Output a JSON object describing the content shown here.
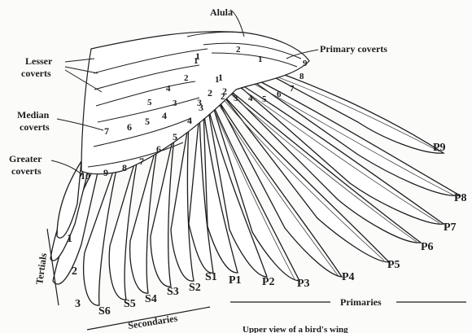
{
  "labels": {
    "alula": "Alula",
    "primary_coverts": "Primary coverts",
    "lesser_coverts_1": "Lesser",
    "lesser_coverts_2": "coverts",
    "median_coverts_1": "Median",
    "median_coverts_2": "coverts",
    "greater_coverts_1": "Greater",
    "greater_coverts_2": "coverts",
    "tertials": "Tertials",
    "secondaries": "Secondaries",
    "primaries": "Primaries",
    "caption": "Upper view of a bird's wing"
  },
  "primaries": [
    "P9",
    "P8",
    "P7",
    "P6",
    "P5",
    "P4",
    "P3",
    "P2",
    "P1"
  ],
  "secondaries": [
    "S1",
    "S2",
    "S3",
    "S4",
    "S5",
    "S6"
  ],
  "tertials": [
    "1",
    "2",
    "3"
  ],
  "greater_coverts": [
    "10",
    "9",
    "8",
    "7",
    "6",
    "5",
    "4",
    "3",
    "2",
    "1"
  ],
  "median_coverts": [
    "7",
    "6",
    "5",
    "4",
    "3",
    "2",
    "1"
  ],
  "lesser_coverts": [
    "5",
    "4",
    "3",
    "2",
    "1"
  ],
  "primary_coverts": [
    "9",
    "8",
    "7",
    "6",
    "5",
    "4",
    "3",
    "2",
    "1"
  ],
  "alula_feathers": [
    "2",
    "1"
  ]
}
